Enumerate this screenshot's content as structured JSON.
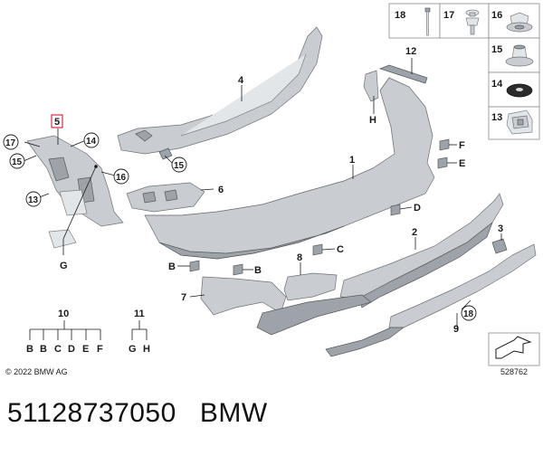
{
  "callouts": {
    "c1": "1",
    "c2": "2",
    "c3": "3",
    "c4": "4",
    "c5": "5",
    "c6": "6",
    "c7": "7",
    "c8": "8",
    "c9": "9",
    "c10": "10",
    "c11": "11",
    "c12": "12",
    "c13": "13",
    "c14": "14",
    "c15": "15",
    "c16": "16",
    "c17": "17",
    "c18": "18",
    "b1": "B",
    "b2": "B",
    "c_c": "C",
    "c_d": "D",
    "c_e": "E",
    "c_f": "F",
    "c_g": "G",
    "c_h": "H"
  },
  "legend_boxes": {
    "b18": "18",
    "b17": "17",
    "b16": "16",
    "b15": "15",
    "b14": "14",
    "b13": "13"
  },
  "group10": {
    "label": "10",
    "items": [
      "B",
      "B",
      "C",
      "D",
      "E",
      "F"
    ]
  },
  "group11": {
    "label": "11",
    "items": [
      "G",
      "H"
    ]
  },
  "copyright": "© 2022 BMW AG",
  "diagram_ref": "528762",
  "part_number": "51128737050",
  "brand": "BMW"
}
